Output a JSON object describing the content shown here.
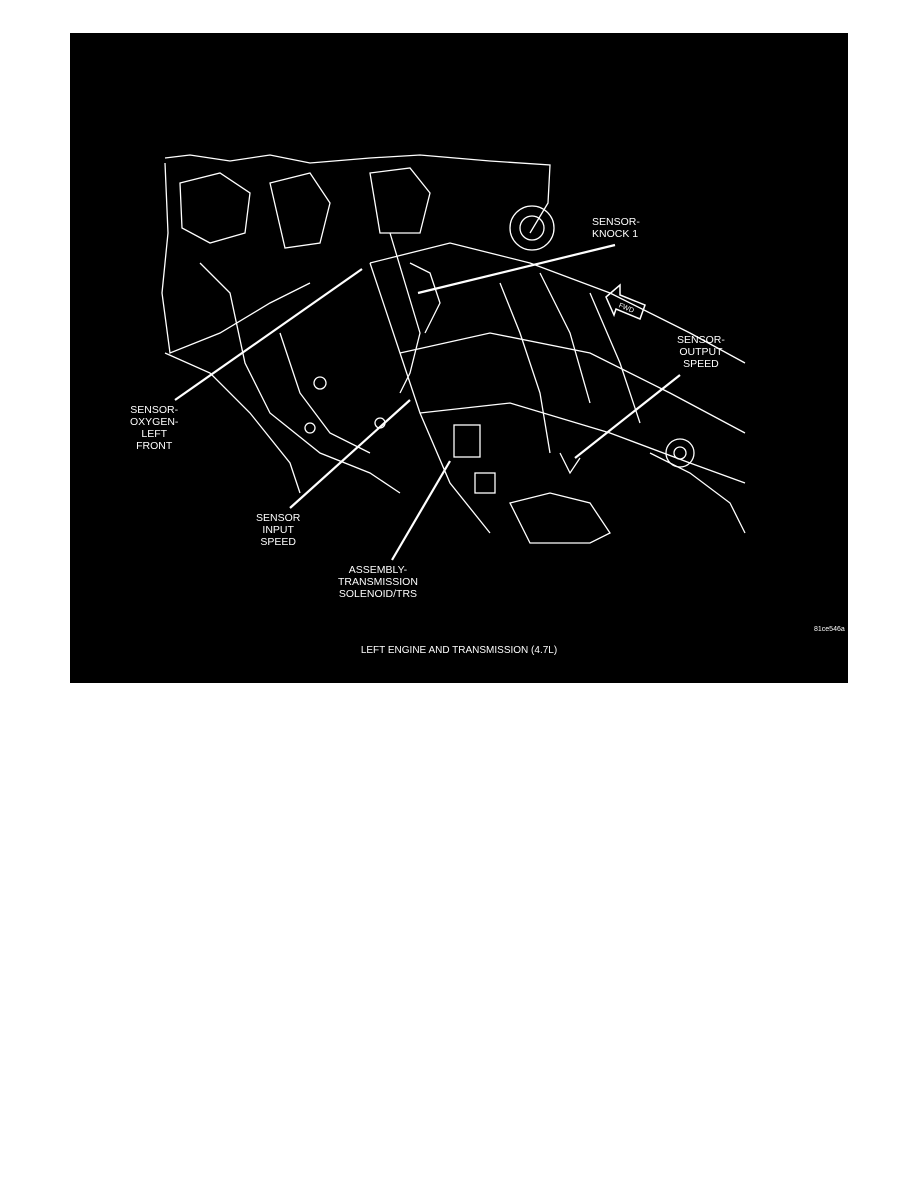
{
  "figure": {
    "labels": {
      "knock": [
        "SENSOR-",
        "KNOCK 1"
      ],
      "output_speed": [
        "SENSOR-",
        "OUTPUT",
        "SPEED"
      ],
      "oxygen": [
        "SENSOR-",
        "OXYGEN-",
        "LEFT",
        "FRONT"
      ],
      "input_speed": [
        "SENSOR",
        "INPUT",
        "SPEED"
      ],
      "solenoid": [
        "ASSEMBLY-",
        "TRANSMISSION",
        "SOLENOID/TRS"
      ],
      "fwd": "FWD"
    },
    "code": "81ce546a",
    "caption": "LEFT ENGINE AND TRANSMISSION  (4.7L)"
  }
}
